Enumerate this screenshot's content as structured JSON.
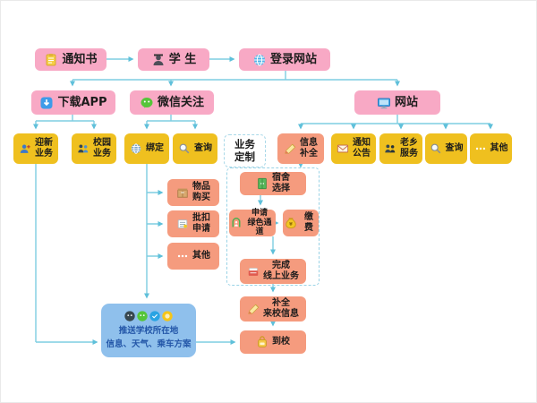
{
  "colors": {
    "pink_box": "#F8A9C5",
    "yellow_box": "#EFC01F",
    "orange_box": "#F59B7E",
    "blue_panel": "#8FC0EC",
    "blue_panel_text": "#2356A8",
    "arrow": "#7ECDE2",
    "dashed_border": "#9AD3E6"
  },
  "icons": {
    "clipboard": "yellow notice document",
    "student": "dark graduate bust",
    "globe": "blue globe",
    "app_download": "blue rounded app square",
    "wechat": "green chat bubble",
    "monitor": "blue computer display",
    "person_add": "blue person with plus",
    "people": "two person silhouettes",
    "search": "magnifier",
    "pencil": "pencil",
    "envelope": "notice envelope",
    "ellipsis": "three dots",
    "package": "cardboard box",
    "receipt": "receipt with coin",
    "wardrobe": "green dorm cabinet",
    "green_channel": "green arch with person",
    "money_bag": "yellow money bag",
    "cards": "stacked cards",
    "schoolbag": "yellow school bag",
    "app_row": "messaging and app circles"
  },
  "nodes": {
    "notice": {
      "label": "通知书"
    },
    "student": {
      "label": "学 生"
    },
    "login": {
      "label": "登录网站"
    },
    "download_app": {
      "label": "下载APP"
    },
    "wechat_follow": {
      "label": "微信关注"
    },
    "website": {
      "label": "网站"
    },
    "welcome_business": {
      "label": "迎新\n业务"
    },
    "campus_business": {
      "label": "校园\n业务"
    },
    "bind": {
      "label": "绑定"
    },
    "query_wechat": {
      "label": "查询"
    },
    "business_custom": {
      "label": "业务\n定制"
    },
    "info_complete": {
      "label": "信息\n补全"
    },
    "notice_announce": {
      "label": "通知\n公告"
    },
    "hometown_service": {
      "label": "老乡\n服务"
    },
    "query_web": {
      "label": "查询"
    },
    "other_web": {
      "label": "其他"
    },
    "item_purchase": {
      "label": "物品\n购买"
    },
    "batch_apply": {
      "label": "批扣\n申请"
    },
    "other_chain": {
      "label": "其他"
    },
    "dorm_select": {
      "label": "宿舍\n选择"
    },
    "green_channel": {
      "label": "申请\n绿色通道"
    },
    "pay_fee": {
      "label": "缴费"
    },
    "complete_online": {
      "label": "完成\n线上业务"
    },
    "arrival_info": {
      "label": "补全\n来校信息"
    },
    "arrive_school": {
      "label": "到校"
    },
    "push_info": {
      "label": "推送学校所在地\n信息、天气、乘车方案"
    }
  }
}
